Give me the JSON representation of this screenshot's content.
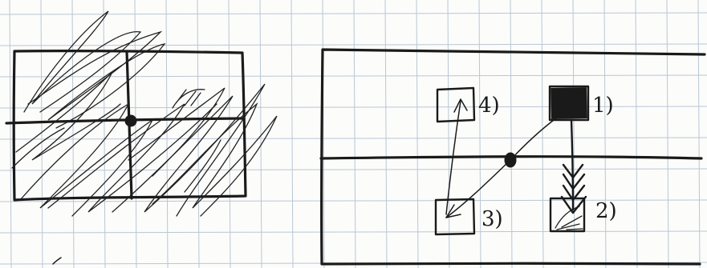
{
  "paper": {
    "background": "#fcfcfb",
    "grid_color": "#b9c7d4",
    "ink_color": "#1a1a1a"
  },
  "right_panel": {
    "squares": [
      {
        "id": "1",
        "label": "1)",
        "state": "filled"
      },
      {
        "id": "2",
        "label": "2)",
        "state": "partially filled"
      },
      {
        "id": "3",
        "label": "3)",
        "state": "empty"
      },
      {
        "id": "4",
        "label": "4)",
        "state": "empty"
      }
    ]
  }
}
